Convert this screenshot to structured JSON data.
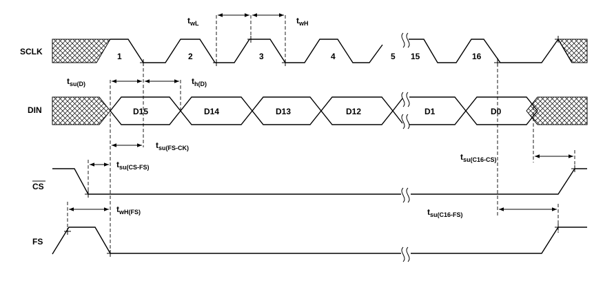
{
  "signals": {
    "sclk": "SCLK",
    "din": "DIN",
    "cs": "CS",
    "fs": "FS"
  },
  "clock_pulses": [
    "1",
    "2",
    "3",
    "4",
    "5",
    "15",
    "16"
  ],
  "data_bits": [
    "D15",
    "D14",
    "D13",
    "D12",
    "D1",
    "D0"
  ],
  "timing": {
    "twl": {
      "main": "t",
      "sub": "wL"
    },
    "twh": {
      "main": "t",
      "sub": "wH"
    },
    "tsu_d": {
      "main": "t",
      "sub": "su(D)"
    },
    "th_d": {
      "main": "t",
      "sub": "h(D)"
    },
    "tsu_fs_ck": {
      "main": "t",
      "sub": "su(FS-CK)"
    },
    "tsu_cs_fs": {
      "main": "t",
      "sub": "su(CS-FS)"
    },
    "twh_fs": {
      "main": "t",
      "sub": "wH(FS)"
    },
    "tsu_c16_cs": {
      "main": "t",
      "sub": "su(C16-CS)"
    },
    "tsu_c16_fs": {
      "main": "t",
      "sub": "su(C16-FS)"
    }
  }
}
